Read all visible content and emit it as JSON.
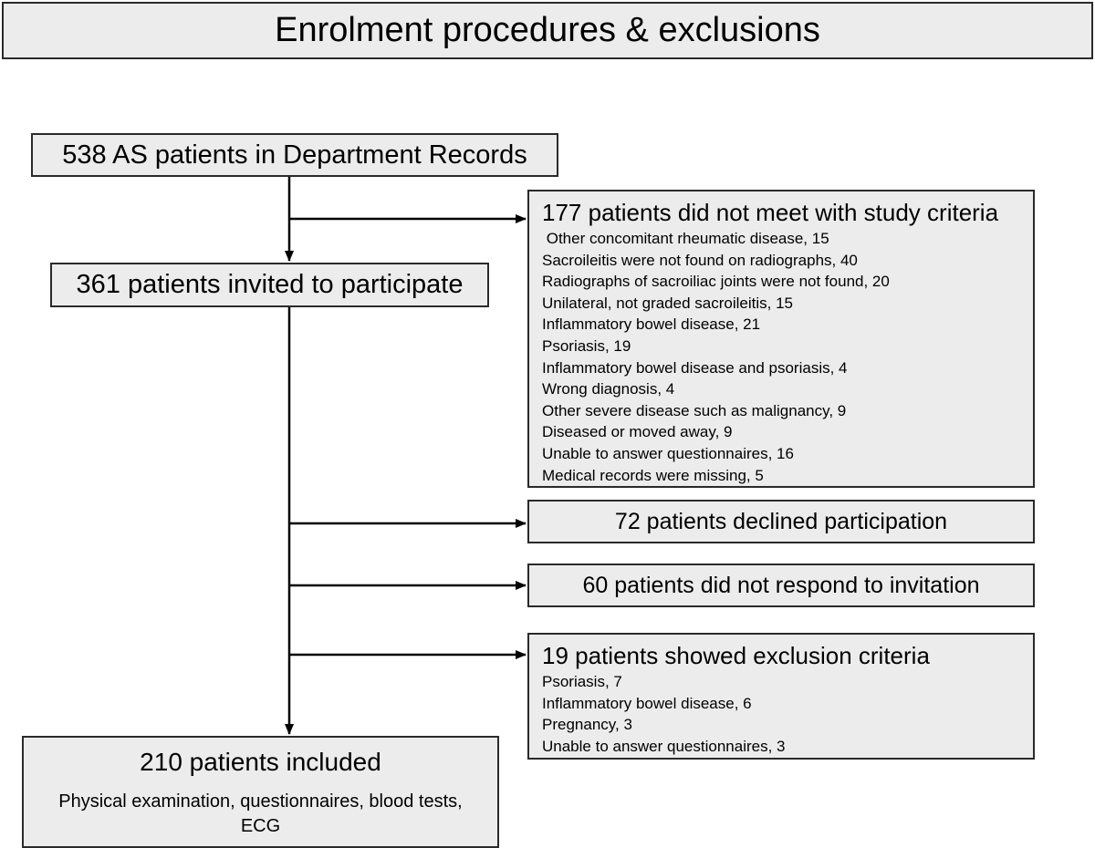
{
  "title": "Enrolment procedures & exclusions",
  "records": "538 AS patients in Department Records",
  "invited": "361 patients invited to participate",
  "not_meet": {
    "heading": "177 patients did not meet with study criteria",
    "items": [
      " Other concomitant rheumatic disease, 15",
      "Sacroileitis were not found on radiographs, 40",
      "Radiographs of sacroiliac joints were not found, 20",
      "Unilateral, not graded sacroileitis, 15",
      "Inflammatory bowel disease, 21",
      "Psoriasis, 19",
      "Inflammatory bowel disease and psoriasis, 4",
      "Wrong diagnosis, 4",
      "Other severe disease such as malignancy, 9",
      "Diseased or moved away, 9",
      "Unable to answer questionnaires, 16",
      "Medical records were missing, 5"
    ]
  },
  "declined": "72 patients declined participation",
  "no_response": "60 patients did not respond to invitation",
  "exclusion": {
    "heading": "19 patients showed exclusion criteria",
    "items": [
      "Psoriasis, 7",
      "Inflammatory bowel disease, 6",
      "Pregnancy, 3",
      "Unable to answer questionnaires, 3"
    ]
  },
  "included": {
    "heading": "210 patients included",
    "subtext": "Physical examination, questionnaires, blood tests, ECG"
  }
}
